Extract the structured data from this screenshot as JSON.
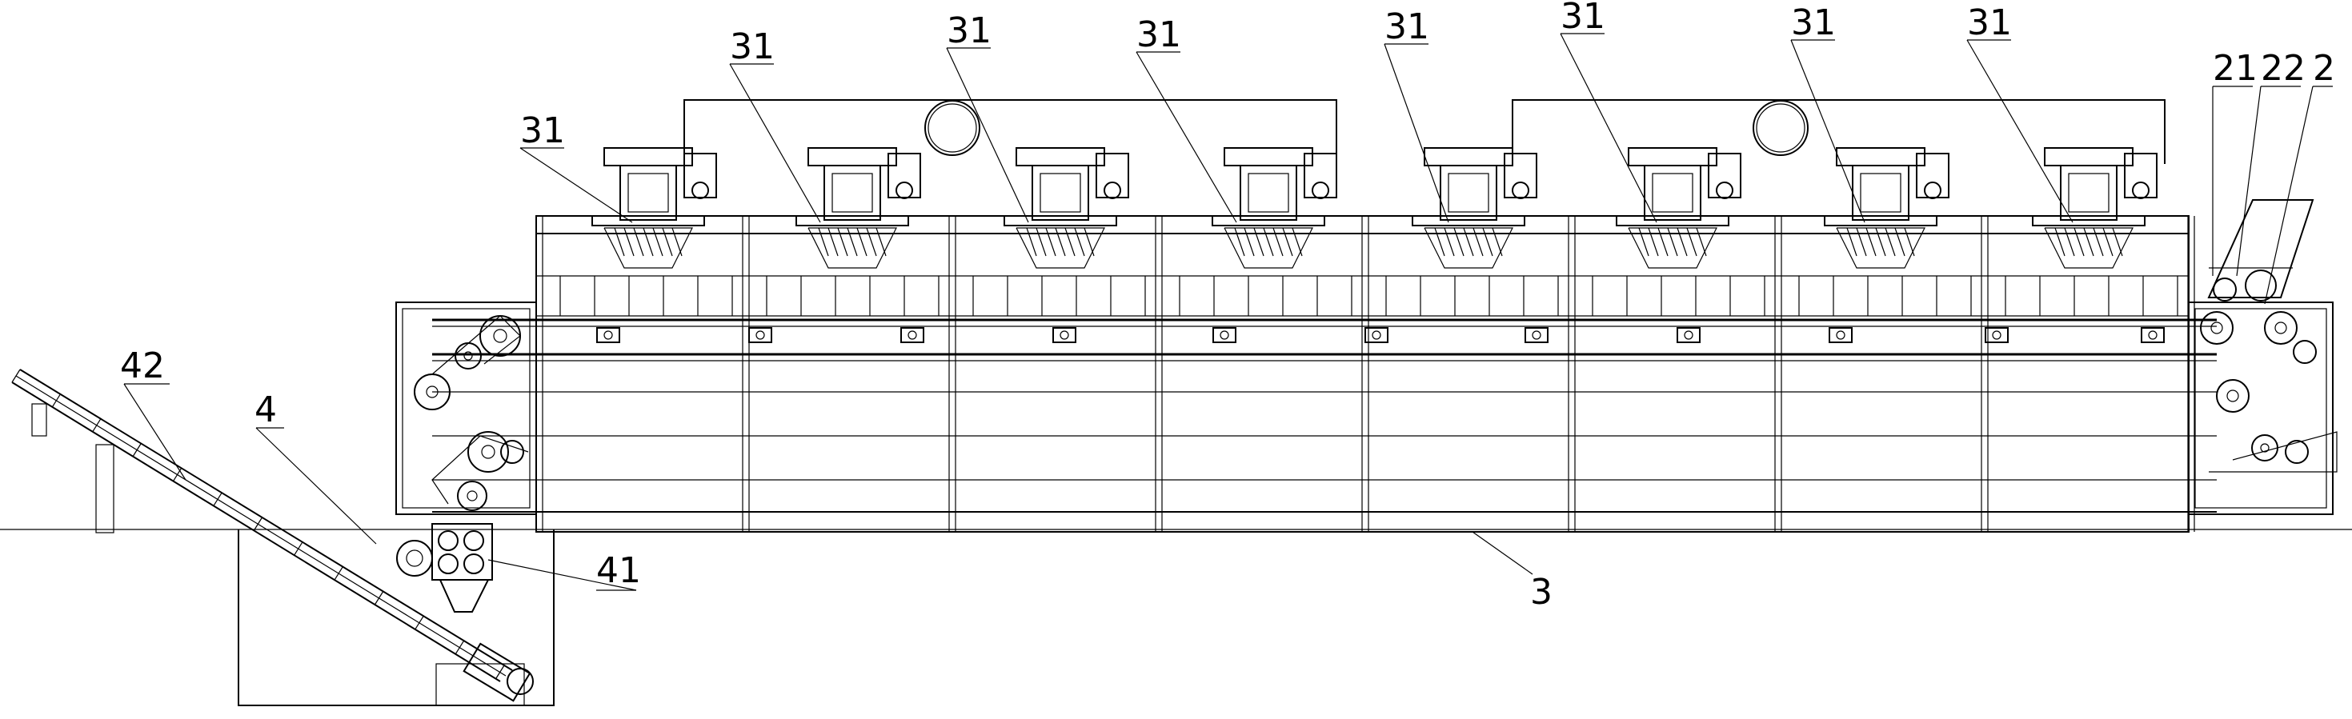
{
  "drawing": {
    "line_color": "#000000",
    "background": "#ffffff",
    "callouts": [
      {
        "id": "fan-1",
        "text": "31"
      },
      {
        "id": "fan-2",
        "text": "31"
      },
      {
        "id": "fan-3",
        "text": "31"
      },
      {
        "id": "fan-4",
        "text": "31"
      },
      {
        "id": "fan-5",
        "text": "31"
      },
      {
        "id": "fan-6",
        "text": "31"
      },
      {
        "id": "fan-7",
        "text": "31"
      },
      {
        "id": "fan-8",
        "text": "31"
      },
      {
        "id": "part-21",
        "text": "21"
      },
      {
        "id": "part-22",
        "text": "22"
      },
      {
        "id": "part-2",
        "text": "2"
      },
      {
        "id": "part-42",
        "text": "42"
      },
      {
        "id": "part-4",
        "text": "4"
      },
      {
        "id": "part-41",
        "text": "41"
      },
      {
        "id": "part-3",
        "text": "3"
      }
    ]
  }
}
